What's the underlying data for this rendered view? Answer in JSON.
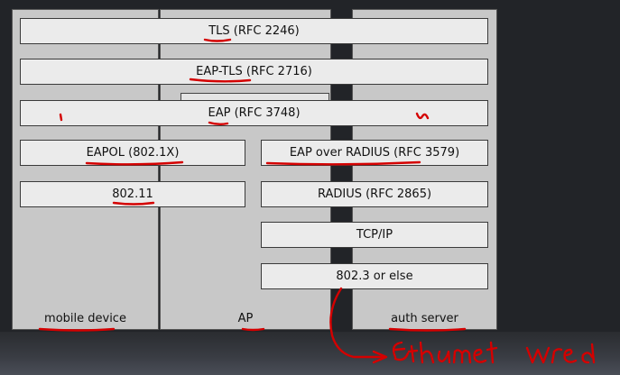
{
  "columns": {
    "mobile": "mobile device",
    "ap": "AP",
    "auth": "auth server"
  },
  "layers": {
    "tls": "TLS (RFC 2246)",
    "eap_tls": "EAP-TLS (RFC 2716)",
    "eap": "EAP (RFC 3748)",
    "eapol": "EAPOL (802.1X)",
    "eap_radius": "EAP over RADIUS (RFC 3579)",
    "wifi": "802.11",
    "radius": "RADIUS (RFC 2865)",
    "tcpip": "TCP/IP",
    "ether": "802.3 or else"
  },
  "annotation": "Ethernet wired",
  "ink_color": "#d40000"
}
